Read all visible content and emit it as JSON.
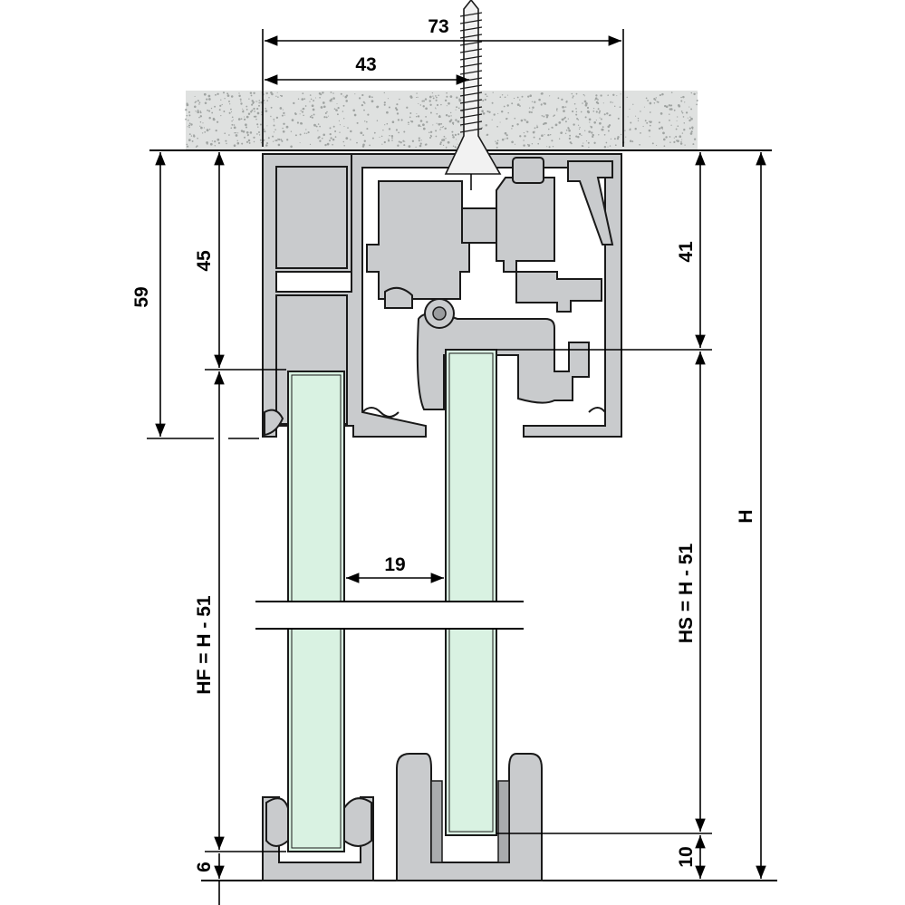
{
  "dimensions": {
    "width_total": "73",
    "width_screw": "43",
    "height_outer": "59",
    "height_inner": "45",
    "height_right_top": "41",
    "height_total": "H",
    "fixed_panel": "HF = H - 51",
    "sliding_panel": "HS = H - 51",
    "gap": "19",
    "floor_left": "6",
    "floor_right": "10"
  },
  "colors": {
    "glass": "#d9f2e2",
    "aluminium": "#c9cbcd",
    "ceiling": "#d7d9d8"
  }
}
